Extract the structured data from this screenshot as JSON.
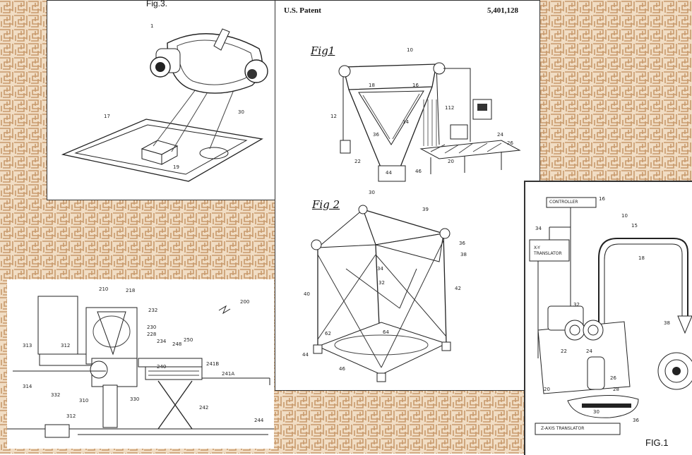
{
  "background": {
    "pattern": "maze",
    "base_color": "#f1ddc4",
    "line_color": "#c89a6c"
  },
  "panel_fig3": {
    "caption": "Fig.3.",
    "labels": {
      "device": "1",
      "beam": "30",
      "plane": "17",
      "object": "19"
    }
  },
  "panel_patent": {
    "header_left": "U.S. Patent",
    "header_right": "5,401,128",
    "fig1_title": "Fig1",
    "fig2_title": "Fig 2",
    "fig1_labels": [
      "10",
      "12",
      "18",
      "22",
      "44",
      "46",
      "112",
      "20",
      "24",
      "26",
      "16",
      "14",
      "36"
    ],
    "fig2_labels": [
      "30",
      "39",
      "36",
      "38",
      "40",
      "42",
      "44",
      "46",
      "62",
      "64",
      "34",
      "32"
    ]
  },
  "panel_machine": {
    "labels": [
      "210",
      "218",
      "232",
      "230",
      "228",
      "234",
      "200",
      "313",
      "312",
      "314",
      "248",
      "250",
      "240",
      "242",
      "244",
      "241B",
      "241A",
      "332",
      "310",
      "330",
      "312"
    ]
  },
  "panel_fig1_right": {
    "controller_label": "CONTROLLER",
    "xy_label": "X-Y\nTRANSLATOR",
    "z_label": "Z-AXIS TRANSLATOR",
    "caption": "FIG.1",
    "numbers": [
      "10",
      "15",
      "16",
      "18",
      "20",
      "22",
      "24",
      "26",
      "28",
      "30",
      "32",
      "34",
      "36",
      "38"
    ]
  }
}
